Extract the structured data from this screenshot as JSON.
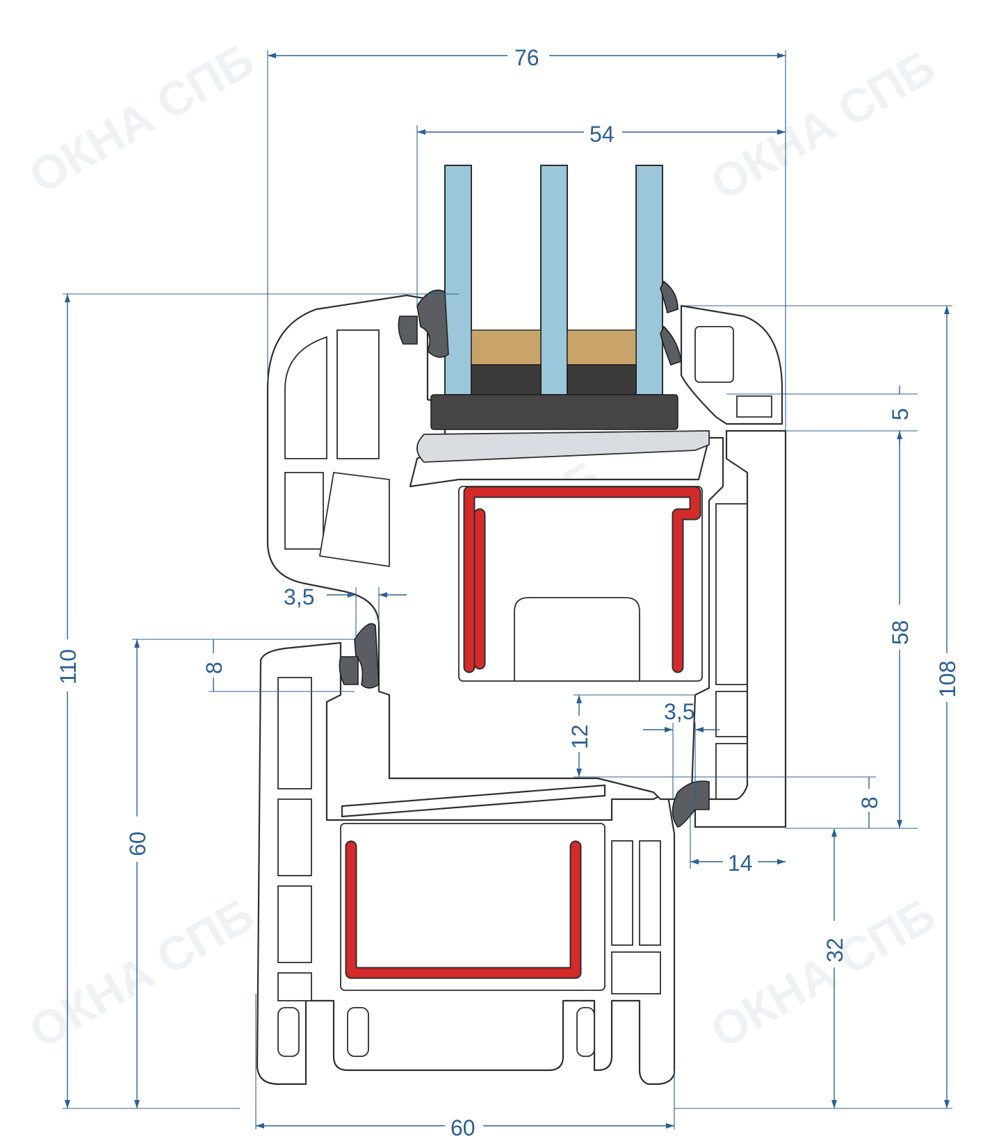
{
  "watermark": "ОКНА СПБ",
  "dimensions": {
    "overall_sash_width": "76",
    "glazing_unit_width": "54",
    "sash_height": "110",
    "frame_height": "108",
    "sash_overlap": "5",
    "glazing_rebate": "58",
    "frame_depth": "60",
    "frame_rebate_height": "60",
    "gasket_height_top": "8",
    "gasket_height_bottom": "8",
    "gap_left": "3,5",
    "gap_right": "3,5",
    "rebate_depth": "12",
    "rebate_width": "14",
    "frame_visible": "32"
  },
  "colors": {
    "glass": "#9cc6d9",
    "steel_reinforcement": "#d52a2a",
    "gasket": "#5a5e63",
    "dimension": "#2d5f92"
  }
}
